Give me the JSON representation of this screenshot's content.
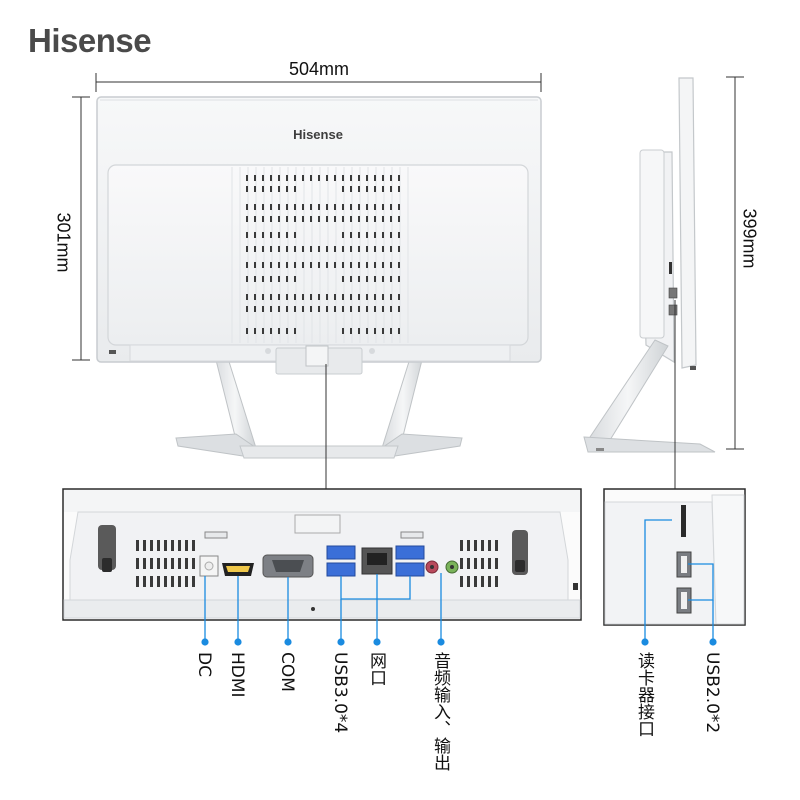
{
  "brand": "Hisense",
  "screen_logo": "Hisense",
  "dimensions": {
    "width": "504mm",
    "height": "301mm",
    "total_height": "399mm"
  },
  "rear_ports": {
    "dc": "DC",
    "hdmi": "HDMI",
    "com": "COM",
    "usb3": "USB3.0*4",
    "lan": "网口",
    "audio": "音频输入、输出"
  },
  "side_ports": {
    "card_reader": "读卡器接口",
    "usb2": "USB2.0*2"
  },
  "colors": {
    "callout_blue": "#1a8be0",
    "body_white": "#f4f5f6",
    "usb_blue": "#3b6fd8"
  }
}
